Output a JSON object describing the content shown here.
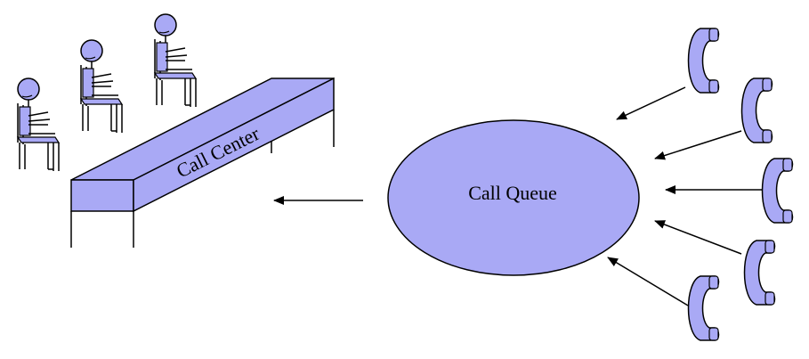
{
  "diagram": {
    "call_center_label": "Call Center",
    "call_queue_label": "Call Queue",
    "agents": [
      "agent",
      "agent",
      "agent"
    ],
    "phones": [
      "phone",
      "phone",
      "phone",
      "phone",
      "phone"
    ],
    "arrows": [
      "phone-to-queue",
      "phone-to-queue",
      "phone-to-queue",
      "phone-to-queue",
      "phone-to-queue",
      "queue-to-call-center"
    ],
    "colors": {
      "fill": "#a9a9f5",
      "stroke": "#000000"
    }
  }
}
